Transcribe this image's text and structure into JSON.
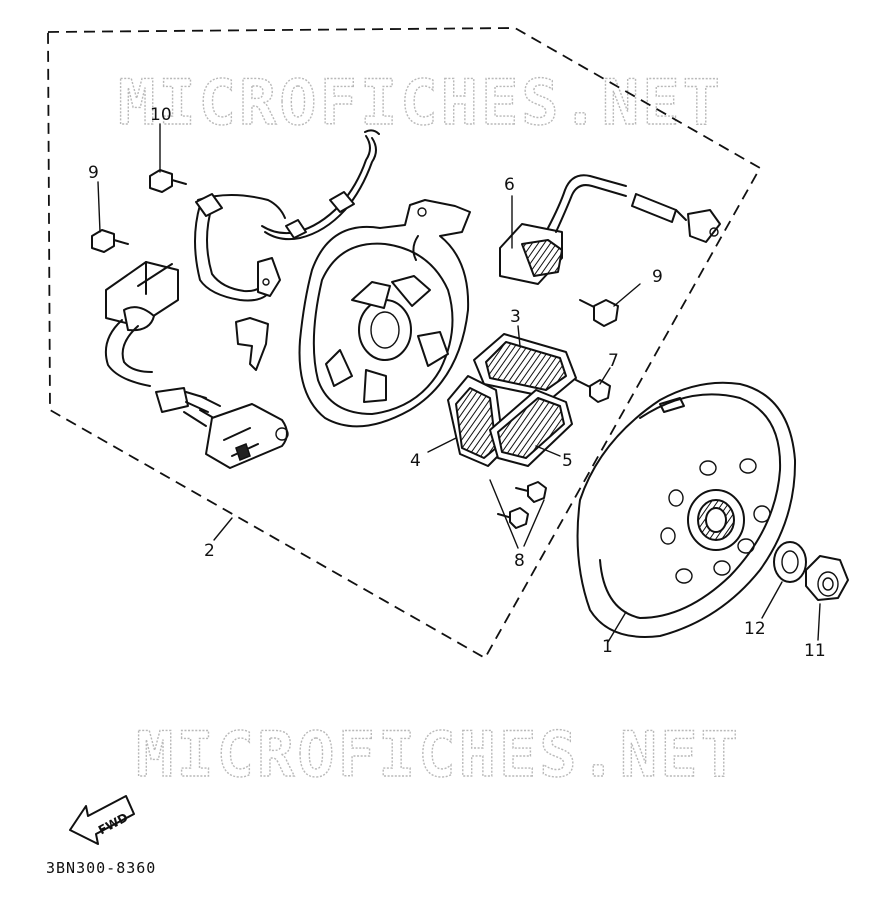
{
  "watermark": {
    "text": "MICROFICHES.NET"
  },
  "diagram_code": "3BN300-8360",
  "fwd_label": "FWD",
  "callouts": {
    "c1": "1",
    "c2": "2",
    "c3": "3",
    "c4": "4",
    "c5": "5",
    "c6": "6",
    "c7": "7",
    "c8": "8",
    "c9a": "9",
    "c9b": "9",
    "c10": "10",
    "c11": "11",
    "c12": "12"
  }
}
